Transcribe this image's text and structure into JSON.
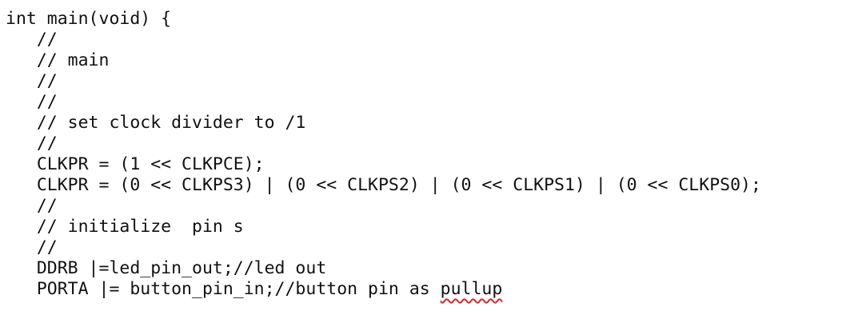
{
  "code_lines": [
    "int main(void) {",
    "   //",
    "   // main",
    "   //",
    "   //",
    "   // set clock divider to /1",
    "   //",
    "   CLKPR = (1 << CLKPCE);",
    "   CLKPR = (0 << CLKPS3) | (0 << CLKPS2) | (0 << CLKPS1) | (0 << CLKPS0);",
    "   //",
    "   // initialize  pin s",
    "   //",
    "   DDRB |=led_pin_out;//led out",
    "   PORTA |= button_pin_in;//button pin as "
  ],
  "misspelled_word": "pullup",
  "spellcheck_underline_color": "#d9262b",
  "text_color": "#111111",
  "background_color": "#ffffff"
}
